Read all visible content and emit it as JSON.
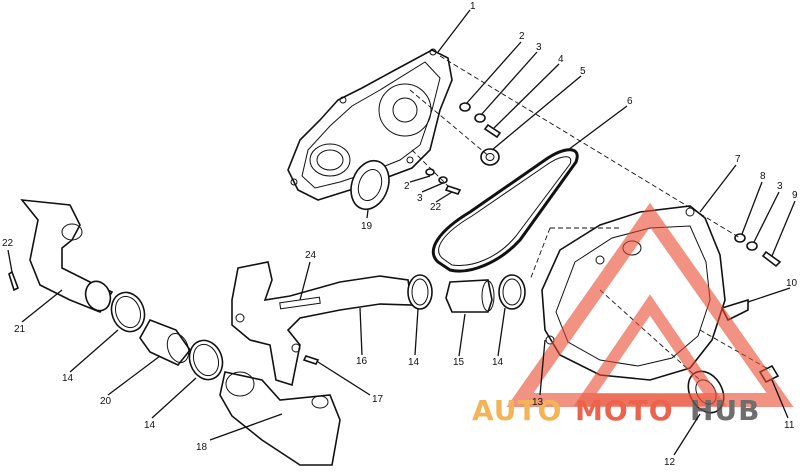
{
  "labels": {
    "l1": "1",
    "l2a": "2",
    "l3a": "3",
    "l4": "4",
    "l5": "5",
    "l6": "6",
    "l7": "7",
    "l8": "8",
    "l3b": "3",
    "l9": "9",
    "l10": "10",
    "l11": "11",
    "l12": "12",
    "l13": "13",
    "l14a": "14",
    "l15": "15",
    "l14b": "14",
    "l16": "16",
    "l17": "17",
    "l18": "18",
    "l14c": "14",
    "l20": "20",
    "l14d": "14",
    "l21": "21",
    "l22a": "22",
    "l24": "24",
    "l19": "19",
    "l2b": "2",
    "l3c": "3",
    "l22b": "22"
  },
  "watermark": {
    "text_a": "AUTO",
    "text_b": "MOTO",
    "text_c": "HUB",
    "color_red": "#e8482f",
    "color_orange": "#f2a83a",
    "color_gray": "#555555"
  }
}
